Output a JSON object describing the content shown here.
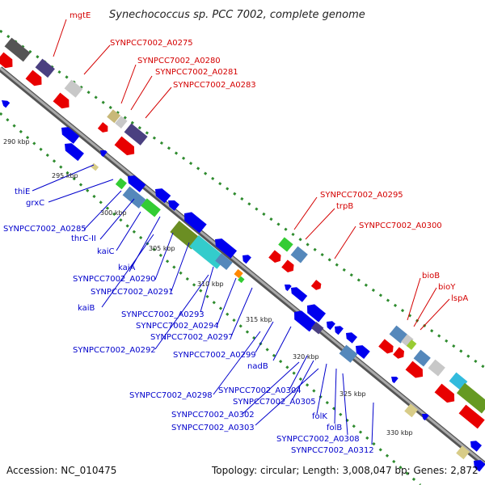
{
  "title": "Synechococcus sp. PCC 7002, complete genome",
  "footer": {
    "accession": "Accession: NC_010475",
    "topology": "Topology: circular; Length: 3,008,047 bp; Genes: 2,872"
  },
  "colors": {
    "forward_label": "#d40000",
    "reverse_label": "#0000cc",
    "backbone": "#808080",
    "dots": "#2e8b2e"
  },
  "ticks": [
    "290 kbp",
    "295 kbp",
    "300 kbp",
    "305 kbp",
    "310 kbp",
    "315 kbp",
    "320 kbp",
    "325 kbp",
    "330 kbp"
  ],
  "forward_labels": [
    "mgtE",
    "SYNPCC7002_A0275",
    "SYNPCC7002_A0280",
    "SYNPCC7002_A0281",
    "SYNPCC7002_A0283",
    "SYNPCC7002_A0295",
    "trpB",
    "SYNPCC7002_A0300",
    "bioB",
    "bioY",
    "lspA"
  ],
  "reverse_labels": [
    "thiE",
    "grxC",
    "SYNPCC7002_A0285",
    "thrC-II",
    "kaiC",
    "kaiA",
    "SYNPCC7002_A0290",
    "SYNPCC7002_A0291",
    "kaiB",
    "SYNPCC7002_A0293",
    "SYNPCC7002_A0294",
    "SYNPCC7002_A0297",
    "SYNPCC7002_A0292",
    "SYNPCC7002_A0299",
    "nadB",
    "SYNPCC7002_A0298",
    "SYNPCC7002_A0304",
    "SYNPCC7002_A0305",
    "SYNPCC7002_A0302",
    "SYNPCC7002_A0303",
    "folK",
    "folB",
    "SYNPCC7002_A0308",
    "SYNPCC7002_A0312"
  ]
}
